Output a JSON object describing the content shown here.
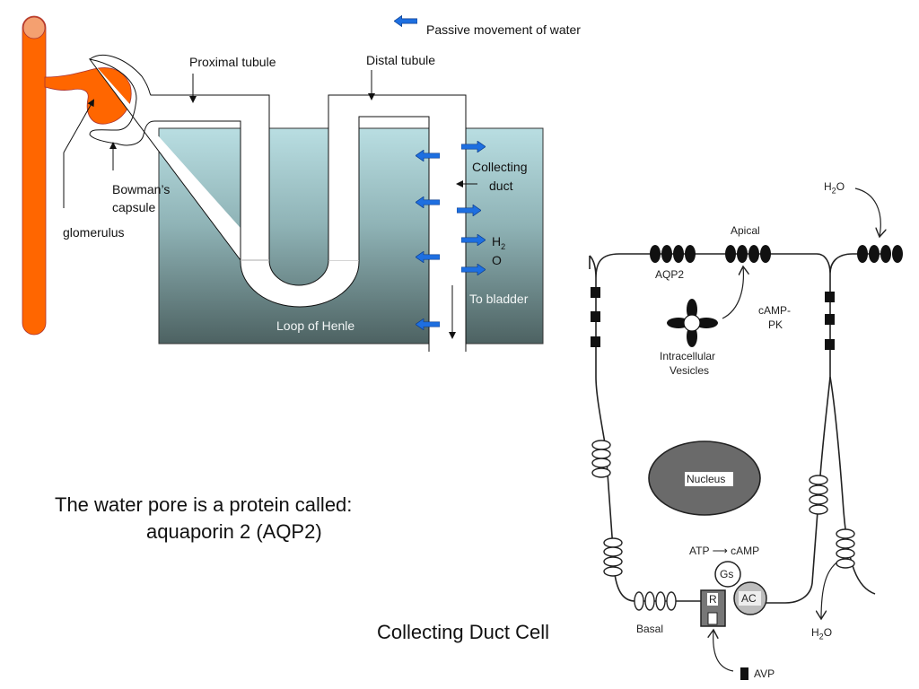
{
  "legend": {
    "icon": "left-arrow-blue-icon",
    "label": "Passive movement of water"
  },
  "nephron": {
    "labels": {
      "proximal_tubule": "Proximal tubule",
      "distal_tubule": "Distal tubule",
      "bowmans_capsule_line1": "Bowman’s",
      "bowmans_capsule_line2": "capsule",
      "glomerulus": "glomerulus",
      "collecting_duct_line1": "Collecting",
      "collecting_duct_line2": "duct",
      "h2o_h": "H",
      "h2o_sub": "2",
      "h2o_o": "O",
      "to_bladder": "To bladder",
      "loop_of_henle": "Loop of Henle"
    },
    "colors": {
      "vessel": "#ff6600",
      "vessel_top": "#f4a070",
      "medulla_top": "#b8dde0",
      "medulla_bottom": "#4e6464",
      "arrow": "#1e6fe0"
    }
  },
  "caption": {
    "line1": "The water pore is a protein called:",
    "line2": "aquaporin 2 (AQP2)",
    "cell_title": "Collecting Duct Cell"
  },
  "cell": {
    "labels": {
      "h2o_top": "H",
      "h2o_top_sub": "2",
      "h2o_top_o": "O",
      "apical": "Apical",
      "aqp2": "AQP2",
      "camp_pk_line1": "cAMP-",
      "camp_pk_line2": "PK",
      "vesicles_line1": "Intracellular",
      "vesicles_line2": "Vesicles",
      "nucleus": "Nucleus",
      "atp_camp": "ATP ⟶ cAMP",
      "gs": "Gs",
      "ac": "AC",
      "r": "R",
      "basal": "Basal",
      "h2o_bottom": "H",
      "h2o_bottom_sub": "2",
      "h2o_bottom_o": "O",
      "avp": "AVP"
    }
  }
}
